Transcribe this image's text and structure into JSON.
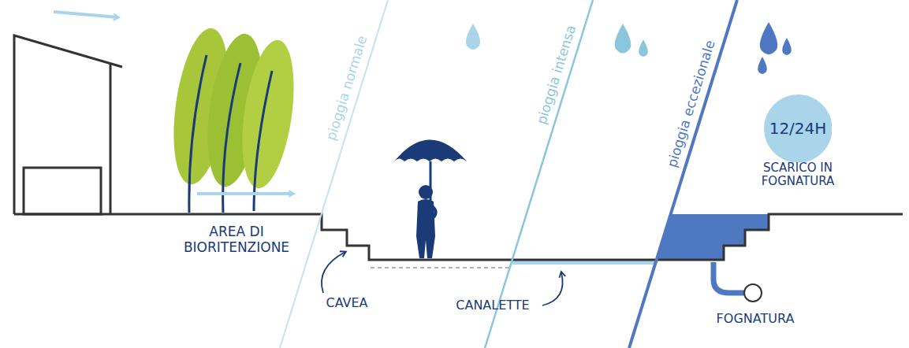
{
  "diagram": {
    "nodes": [
      {
        "text": [
          "12/24H"
        ]
      }
    ],
    "labels": [
      "pioggia normale",
      "pioggia intensa",
      "pioggia eccezionale",
      "SCARICO IN FOGNATURA",
      "AREA DI BIORITENZIONE",
      "CAVEA",
      "CANALETTE",
      "FOGNATURA"
    ]
  }
}
